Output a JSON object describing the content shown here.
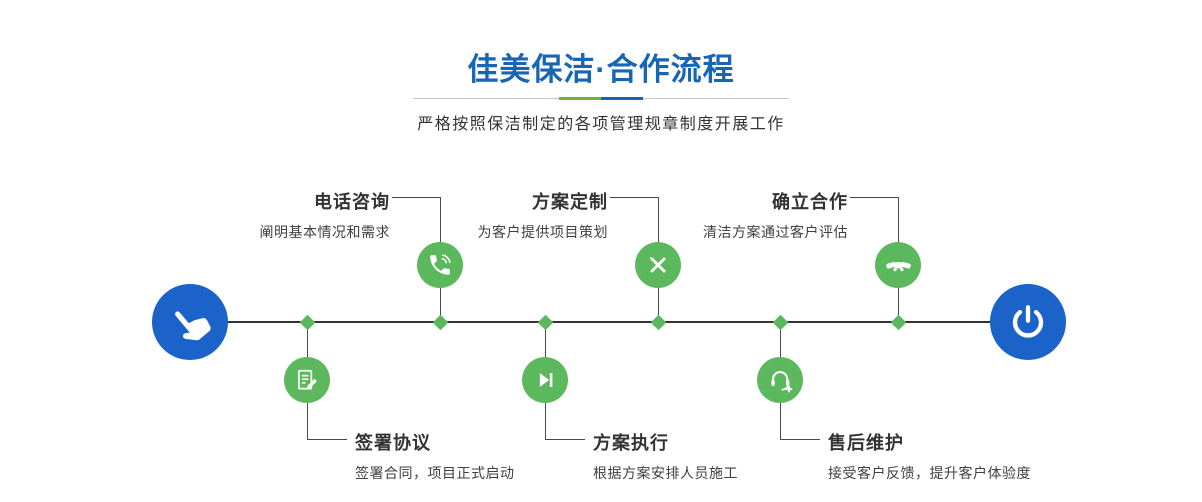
{
  "header": {
    "title": "佳美保洁·合作流程",
    "subtitle": "严格按照保洁制定的各项管理规章制度开展工作"
  },
  "timeline": {
    "start_icon": "pointing-hand-icon",
    "end_icon": "power-icon"
  },
  "steps": {
    "top": [
      {
        "title": "电话咨询",
        "desc": "阐明基本情况和需求",
        "icon": "phone-icon"
      },
      {
        "title": "方案定制",
        "desc": "为客户提供项目策划",
        "icon": "pencil-tools-icon"
      },
      {
        "title": "确立合作",
        "desc": "清洁方案通过客户评估",
        "icon": "handshake-icon"
      }
    ],
    "bottom": [
      {
        "title": "签署协议",
        "desc": "签署合同，项目正式启动",
        "icon": "contract-icon"
      },
      {
        "title": "方案执行",
        "desc": "根据方案安排人员施工",
        "icon": "play-icon"
      },
      {
        "title": "售后维护",
        "desc": "接受客户反馈，提升客户体验度",
        "icon": "headset-plus-icon"
      }
    ]
  },
  "colors": {
    "title_blue": "#1766b5",
    "accent_blue": "#1b63c8",
    "accent_green": "#5cb85c",
    "underline_green": "#6fb53a",
    "line_dark": "#333333",
    "text_dark": "#333333"
  }
}
